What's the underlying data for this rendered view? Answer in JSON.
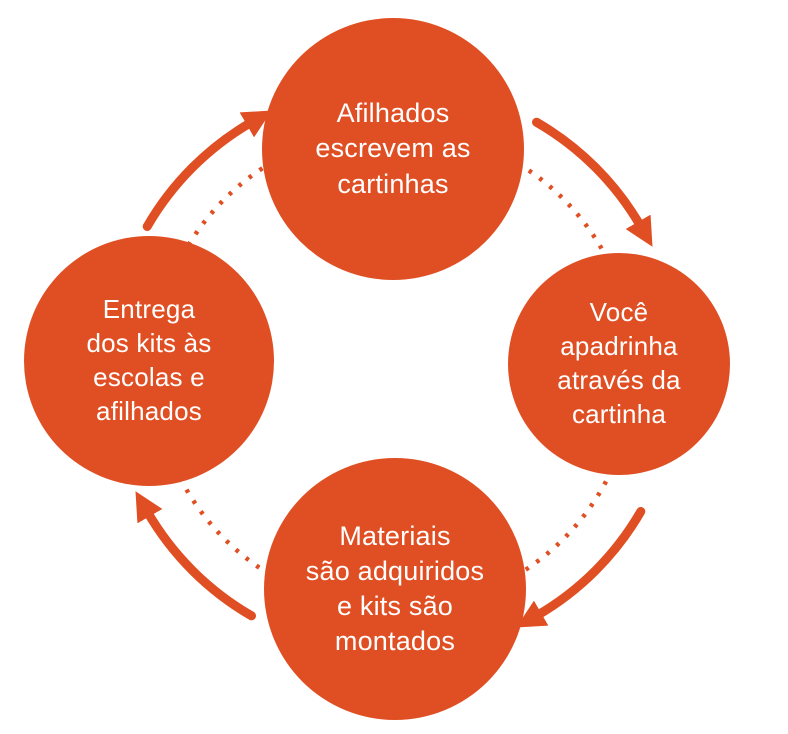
{
  "diagram": {
    "type": "cycle",
    "direction": "clockwise",
    "accent_color": "#E04F23",
    "text_color": "#FFFFFF",
    "steps": [
      {
        "position": "top",
        "label": "Afilhados\nescrevem as\ncartinhas"
      },
      {
        "position": "right",
        "label": "Você\napadrinha\natravés da\ncartinha"
      },
      {
        "position": "bottom",
        "label": "Materiais\nsão adquiridos\ne kits são\nmontados"
      },
      {
        "position": "left",
        "label": "Entrega\ndos kits às\nescolas e\nafilhados"
      }
    ],
    "connectors": {
      "ring_style": "dotted",
      "arrow_style": "solid-curved"
    }
  }
}
